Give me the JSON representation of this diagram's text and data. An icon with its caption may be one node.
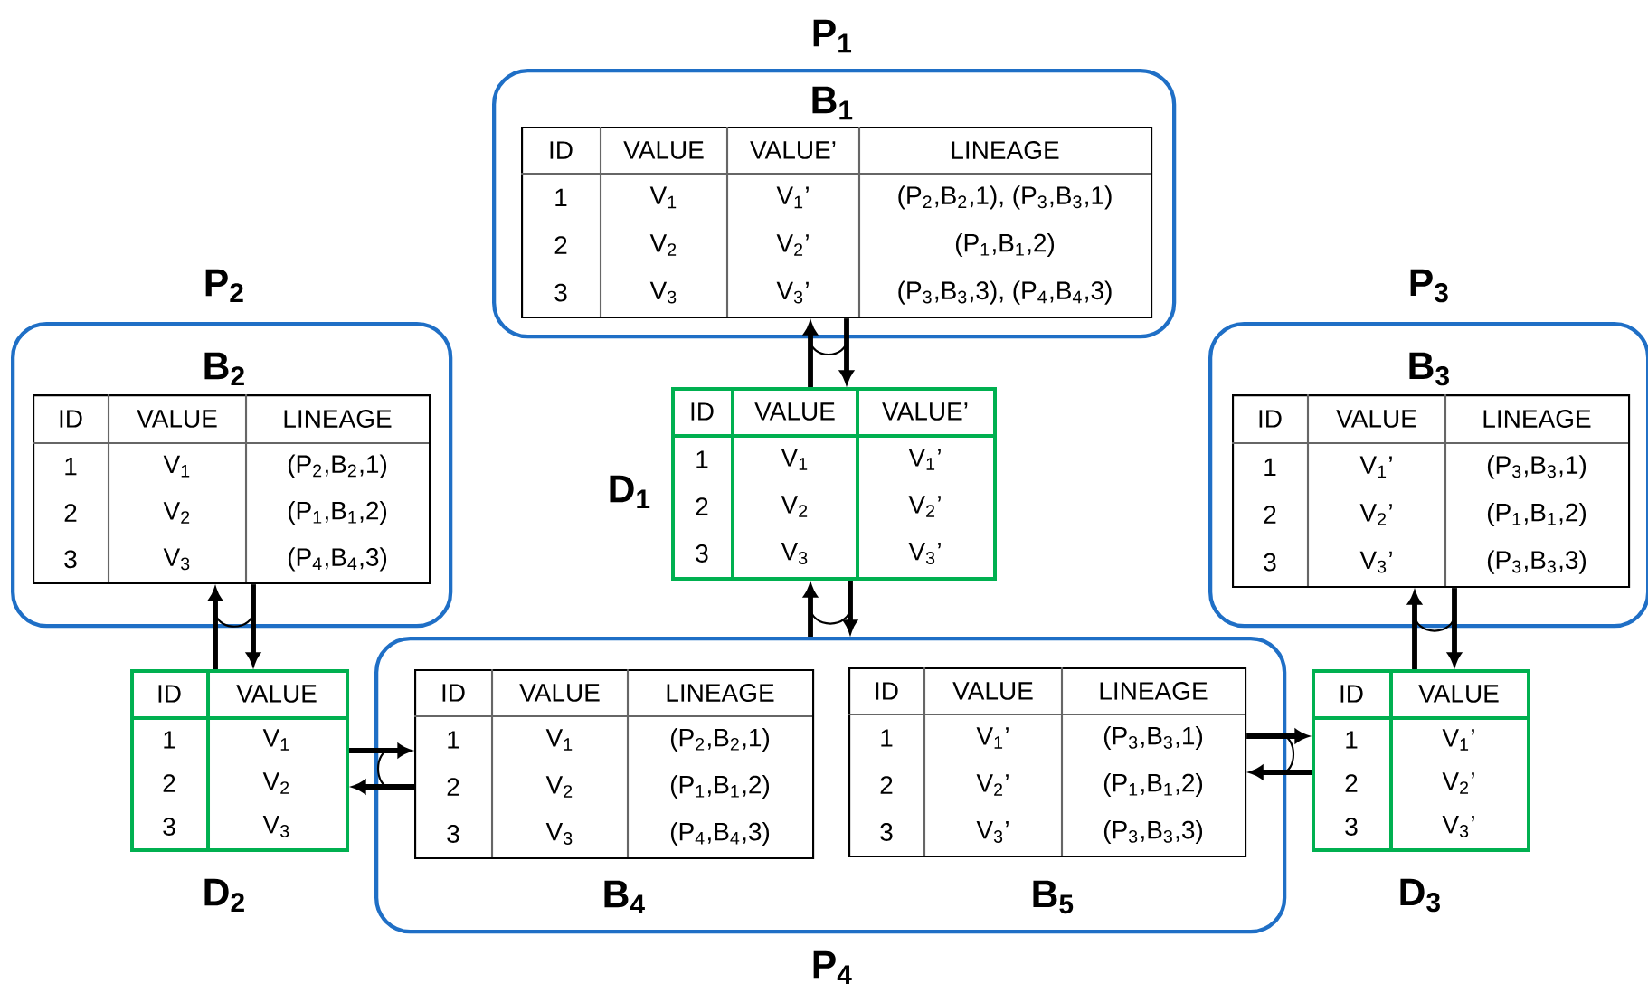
{
  "diagram": {
    "nodes": [
      {
        "text": [
          "P$_{1}$"
        ]
      },
      {
        "text": [
          "B$_{1}$",
          "ID",
          "VALUE",
          "VALUE’",
          "LINEAGE",
          "1",
          "V$_{1}$",
          "V$_{1}$’",
          "(P$_{2}$,B$_{2}$,1), (P$_{3}$,B$_{3}$,1)",
          "2",
          "V$_{2}$",
          "V$_{2}$’",
          "(P$_{1}$,B$_{1}$,2)",
          "3",
          "V$_{3}$",
          "V$_{3}$’",
          "(P$_{3}$,B$_{3}$,3), (P$_{4}$,B$_{4}$,3)"
        ],
        "in": 0
      },
      {
        "text": [
          "P$_{2}$"
        ]
      },
      {
        "text": [
          "B$_{2}$",
          "ID",
          "VALUE",
          "LINEAGE",
          "1",
          "V$_{1}$",
          "(P$_{2}$,B$_{2}$,1)",
          "2",
          "V$_{2}$",
          "(P$_{1}$,B$_{1}$,2)",
          "3",
          "V$_{3}$",
          "(P$_{4}$,B$_{4}$,3)"
        ],
        "in": 2
      },
      {
        "text": [
          "P$_{3}$"
        ]
      },
      {
        "text": [
          "B$_{3}$",
          "ID",
          "VALUE",
          "LINEAGE",
          "1",
          "V$_{1}$’",
          "(P$_{3}$,B$_{3}$,1)",
          "2",
          "V$_{2}$’",
          "(P$_{1}$,B$_{1}$,2)",
          "3",
          "V$_{3}$’",
          "(P$_{3}$,B$_{3}$,3)"
        ],
        "in": 4
      },
      {
        "text": [
          "D$_{1}$",
          "ID",
          "VALUE",
          "VALUE’",
          "1",
          "V$_{1}$",
          "V$_{1}$’",
          "2",
          "V$_{2}$",
          "V$_{2}$’",
          "3",
          "V$_{3}$",
          "V$_{3}$’"
        ]
      },
      {
        "text": [
          "D$_{2}$",
          "ID",
          "VALUE",
          "1",
          "V$_{1}$",
          "2",
          "V$_{2}$",
          "3",
          "V$_{3}$"
        ]
      },
      {
        "text": [
          "D$_{3}$",
          "ID",
          "VALUE",
          "1",
          "V$_{1}$’",
          "2",
          "V$_{2}$’",
          "3",
          "V$_{3}$’"
        ]
      },
      {
        "text": [
          "P$_{4}$"
        ]
      },
      {
        "text": [
          "B$_{4}$",
          "ID",
          "VALUE",
          "LINEAGE",
          "1",
          "V$_{1}$",
          "(P$_{2}$,B$_{2}$,1)",
          "2",
          "V$_{2}$",
          "(P$_{1}$,B$_{1}$,2)",
          "3",
          "V$_{3}$",
          "(P$_{4}$,B$_{4}$,3)"
        ],
        "in": 9
      },
      {
        "text": [
          "B$_{5}$",
          "ID",
          "VALUE",
          "LINEAGE",
          "1",
          "V$_{1}$’",
          "(P$_{3}$,B$_{3}$,1)",
          "2",
          "V$_{2}$’",
          "(P$_{1}$,B$_{1}$,2)",
          "3",
          "V$_{3}$’",
          "(P$_{3}$,B$_{3}$,3)"
        ],
        "in": 9
      }
    ],
    "edges": [
      {
        "from": 6,
        "to": 1,
        "arrow": "to"
      },
      {
        "from": 1,
        "to": 6,
        "arrow": "to"
      },
      {
        "from": 7,
        "to": 3,
        "arrow": "to"
      },
      {
        "from": 3,
        "to": 7,
        "arrow": "to"
      },
      {
        "from": 8,
        "to": 5,
        "arrow": "to"
      },
      {
        "from": 5,
        "to": 8,
        "arrow": "to"
      },
      {
        "from": 9,
        "to": 6,
        "arrow": "to"
      },
      {
        "from": 6,
        "to": 9,
        "arrow": "to"
      },
      {
        "from": 7,
        "to": 10,
        "arrow": "to"
      },
      {
        "from": 10,
        "to": 7,
        "arrow": "to"
      },
      {
        "from": 11,
        "to": 8,
        "arrow": "to"
      },
      {
        "from": 8,
        "to": 11,
        "arrow": "to"
      }
    ]
  }
}
